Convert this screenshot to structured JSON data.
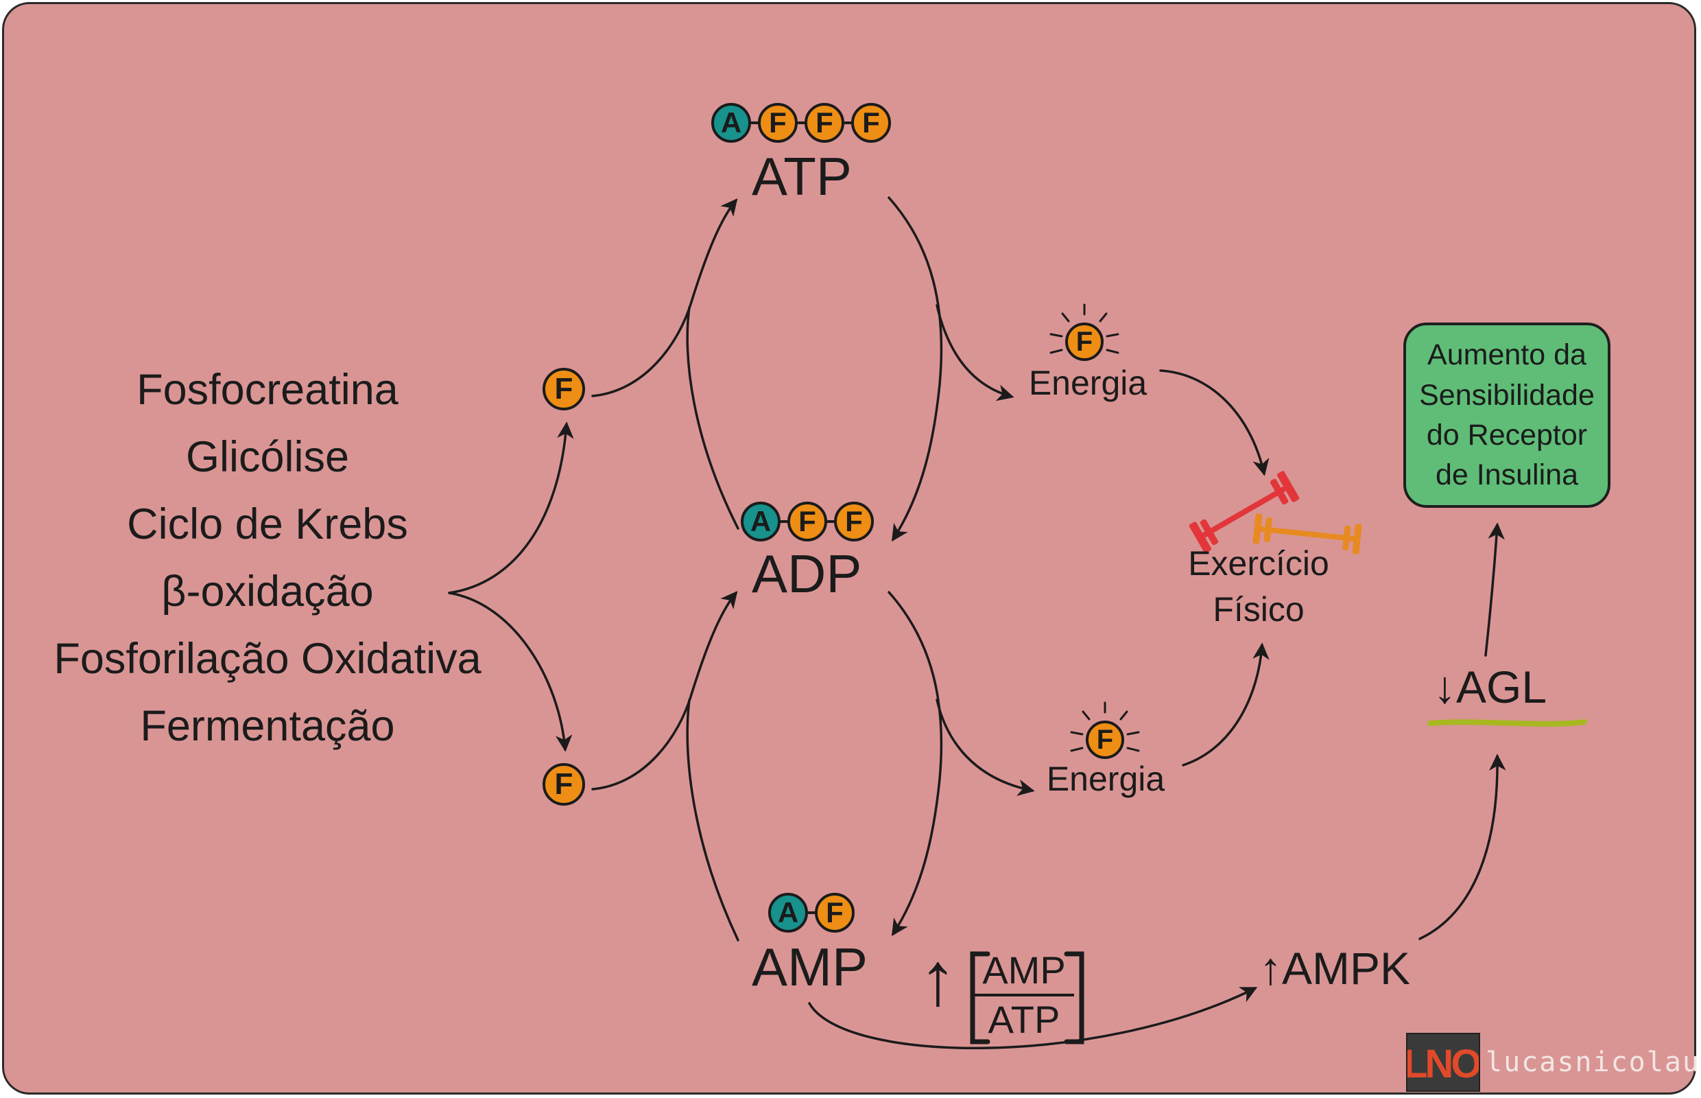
{
  "sources": [
    "Fosfocreatina",
    "Glicólise",
    "Ciclo de Krebs",
    "β-oxidação",
    "Fosforilação Oxidativa",
    "Fermentação"
  ],
  "molecules": {
    "atp": {
      "label": "ATP",
      "nucleotides": [
        "A",
        "F",
        "F",
        "F"
      ]
    },
    "adp": {
      "label": "ADP",
      "nucleotides": [
        "A",
        "F",
        "F"
      ]
    },
    "amp": {
      "label": "AMP",
      "nucleotides": [
        "A",
        "F"
      ]
    }
  },
  "phosphate_symbol": "F",
  "energy_label": "Energia",
  "exercise": {
    "line1": "Exercício",
    "line2": "Físico"
  },
  "ratio": {
    "arrow": "↑",
    "numerator": "AMP",
    "denominator": "ATP"
  },
  "ampk": "↑AMPK",
  "agl": "↓AGL",
  "result_box": [
    "Aumento da",
    "Sensibilidade",
    "do Receptor",
    "de Insulina"
  ],
  "watermark": {
    "logo": "LNO",
    "url": "lucasnicolau.com"
  },
  "colors": {
    "background": "#d99594",
    "adenine": "#17928d",
    "phosphate": "#ee8e14",
    "result_box": "#5fbd77",
    "agl_underline": "#a7b820",
    "dumbbell_red": "#e2363a",
    "dumbbell_orange": "#e78a22"
  }
}
